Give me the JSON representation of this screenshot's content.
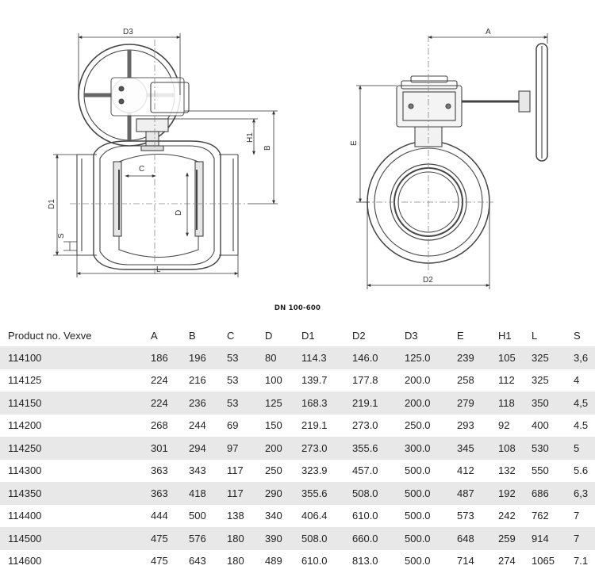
{
  "drawing": {
    "front_view": {
      "dim_labels": {
        "D3": "D3",
        "H1": "H1",
        "B": "B",
        "C": "C",
        "D1": "D1",
        "D": "D",
        "S": "S",
        "L": "L"
      }
    },
    "side_view": {
      "dim_labels": {
        "A": "A",
        "E": "E",
        "D2": "D2"
      }
    }
  },
  "caption": "DN 100-600",
  "table": {
    "headers": [
      "Product no. Vexve",
      "A",
      "B",
      "C",
      "D",
      "D1",
      "D2",
      "D3",
      "E",
      "H1",
      "L",
      "S"
    ],
    "rows": [
      [
        "114100",
        "186",
        "196",
        "53",
        "80",
        "114.3",
        "146.0",
        "125.0",
        "239",
        "105",
        "325",
        "3,6"
      ],
      [
        "114125",
        "224",
        "216",
        "53",
        "100",
        "139.7",
        "177.8",
        "200.0",
        "258",
        "112",
        "325",
        "4"
      ],
      [
        "114150",
        "224",
        "236",
        "53",
        "125",
        "168.3",
        "219.1",
        "200.0",
        "279",
        "118",
        "350",
        "4,5"
      ],
      [
        "114200",
        "268",
        "244",
        "69",
        "150",
        "219.1",
        "273.0",
        "250.0",
        "293",
        "92",
        "400",
        "4.5"
      ],
      [
        "114250",
        "301",
        "294",
        "97",
        "200",
        "273.0",
        "355.6",
        "300.0",
        "345",
        "108",
        "530",
        "5"
      ],
      [
        "114300",
        "363",
        "343",
        "117",
        "250",
        "323.9",
        "457.0",
        "500.0",
        "412",
        "132",
        "550",
        "5.6"
      ],
      [
        "114350",
        "363",
        "418",
        "117",
        "290",
        "355.6",
        "508.0",
        "500.0",
        "487",
        "192",
        "686",
        "6,3"
      ],
      [
        "114400",
        "444",
        "500",
        "138",
        "340",
        "406.4",
        "610.0",
        "500.0",
        "573",
        "242",
        "762",
        "7"
      ],
      [
        "114500",
        "475",
        "576",
        "180",
        "390",
        "508.0",
        "660.0",
        "500.0",
        "648",
        "259",
        "914",
        "7"
      ],
      [
        "114600",
        "475",
        "643",
        "180",
        "489",
        "610.0",
        "813.0",
        "500.0",
        "714",
        "274",
        "1065",
        "7.1"
      ]
    ]
  }
}
